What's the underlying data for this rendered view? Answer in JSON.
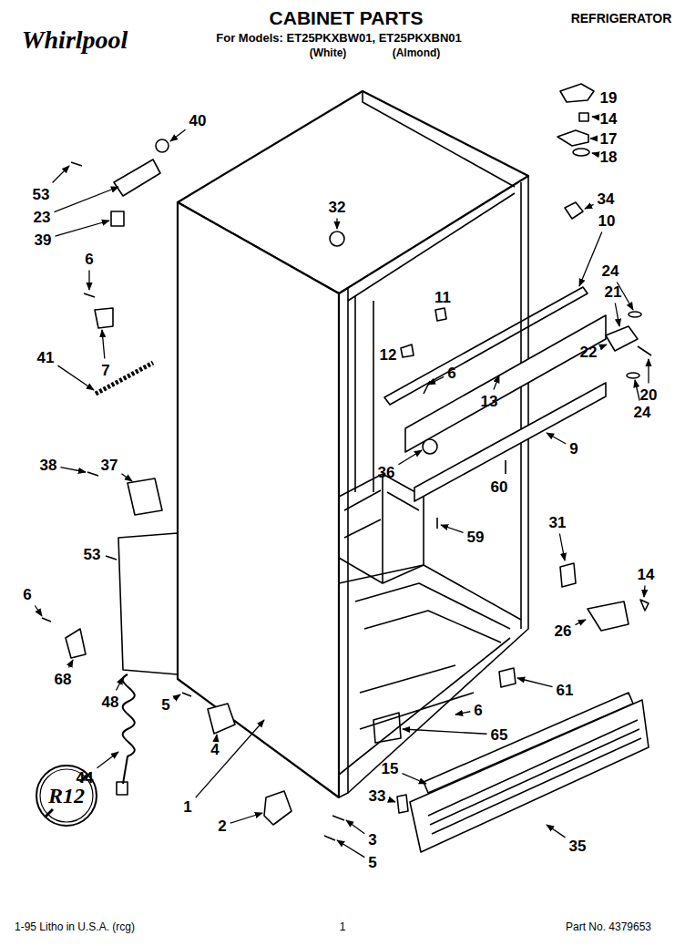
{
  "diagram": {
    "title": "CABINET PARTS",
    "nodes": [
      {
        "text": [
          "R12"
        ]
      }
    ],
    "labels": [
      "Whirlpool",
      "REFRIGERATOR",
      "For Models: ET25PKXBW01, ET25PKXBN01",
      "(White)",
      "(Almond)",
      "19",
      "14",
      "17",
      "18",
      "32",
      "34",
      "10",
      "40",
      "53",
      "23",
      "39",
      "6",
      "7",
      "41",
      "11",
      "12",
      "6",
      "24",
      "21",
      "22",
      "13",
      "9",
      "36",
      "24",
      "20",
      "60",
      "59",
      "31",
      "38",
      "37",
      "53",
      "6",
      "68",
      "48",
      "14",
      "26",
      "61",
      "5",
      "4",
      "44",
      "1",
      "6",
      "65",
      "15",
      "33",
      "2",
      "3",
      "5",
      "35",
      "1-95 Litho in U.S.A. (rcg)",
      "1",
      "Part No. 4379653"
    ]
  }
}
